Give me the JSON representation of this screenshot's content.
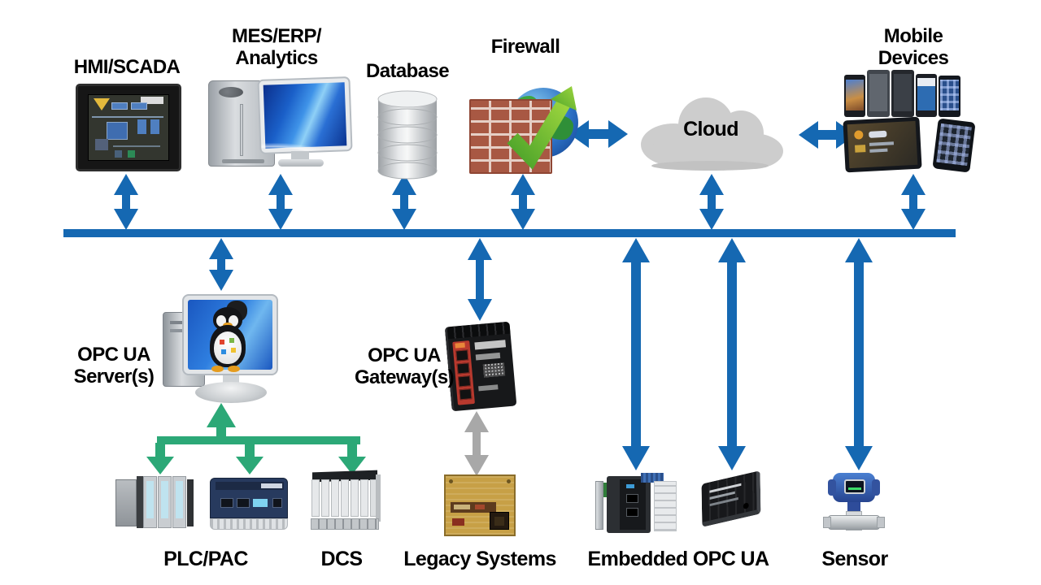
{
  "colors": {
    "bus": "#1568b2",
    "green": "#2ca877",
    "grayArrow": "#a8a8a8",
    "text": "#000000",
    "cloudFill": "#cdcdcd",
    "brick": "#a85843",
    "mortar": "#e6cfc6"
  },
  "nodes": {
    "hmi": {
      "label": "HMI/SCADA"
    },
    "mes": {
      "line1": "MES/ERP/",
      "line2": "Analytics"
    },
    "database": {
      "label": "Database"
    },
    "firewall": {
      "label": "Firewall"
    },
    "cloud": {
      "label": "Cloud"
    },
    "mobile": {
      "line1": "Mobile",
      "line2": "Devices"
    },
    "opcServer": {
      "line1": "OPC UA",
      "line2": "Server(s)"
    },
    "opcGateway": {
      "line1": "OPC UA",
      "line2": "Gateway(s)"
    },
    "plcPac": {
      "label": "PLC/PAC"
    },
    "dcs": {
      "label": "DCS"
    },
    "legacy": {
      "label": "Legacy Systems"
    },
    "embedded": {
      "label": "Embedded OPC UA"
    },
    "sensor": {
      "label": "Sensor"
    }
  },
  "icons": {
    "hmi": "touch-panel-hmi",
    "mes": "server-tower-with-monitor",
    "database": "database-cylinder-stack",
    "firewall": "brick-wall-globe-checkmark",
    "cloud": "cloud-shape",
    "mobile": "smartphones-and-tablet",
    "opcServer": "monitor-with-penguin-multi-os",
    "opcGateway": "din-rail-gateway-module",
    "plcPac": "plc-rack-and-pac-controller",
    "dcs": "io-module-rack",
    "legacy": "vintage-circuit-board",
    "embedded": "embedded-controller-and-chip",
    "sensor": "pressure-transmitter"
  }
}
